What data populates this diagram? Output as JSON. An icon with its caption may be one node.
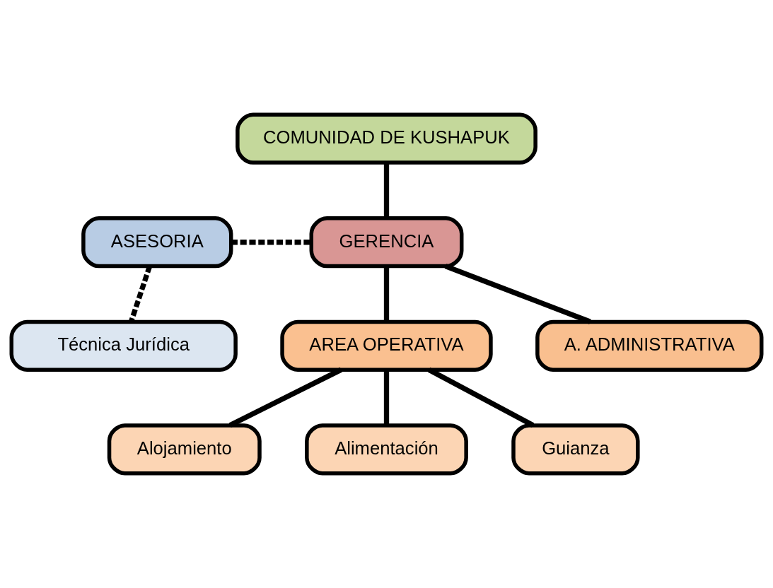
{
  "diagram": {
    "nodes": [
      {
        "text": [
          "COMUNIDAD DE KUSHAPUK"
        ]
      },
      {
        "text": [
          "ASESORIA"
        ]
      },
      {
        "text": [
          "Técnica Jurídica"
        ]
      },
      {
        "text": [
          "GERENCIA"
        ]
      },
      {
        "text": [
          "A. ADMINISTRATIVA"
        ]
      },
      {
        "text": [
          "AREA OPERATIVA"
        ]
      },
      {
        "text": [
          "Alojamiento"
        ]
      },
      {
        "text": [
          "Alimentación"
        ]
      },
      {
        "text": [
          "Guianza"
        ]
      }
    ],
    "edges": [
      {
        "from": 0,
        "to": 3,
        "arrow": "none"
      },
      {
        "from": 1,
        "to": 3,
        "arrow": "none",
        "style": "dashed"
      },
      {
        "from": 1,
        "to": 2,
        "arrow": "none",
        "style": "dashed"
      },
      {
        "from": 3,
        "to": 4,
        "arrow": "none"
      },
      {
        "from": 3,
        "to": 5,
        "arrow": "none"
      },
      {
        "from": 5,
        "to": 6,
        "arrow": "none"
      },
      {
        "from": 5,
        "to": 7,
        "arrow": "none"
      },
      {
        "from": 5,
        "to": 8,
        "arrow": "none"
      }
    ]
  }
}
